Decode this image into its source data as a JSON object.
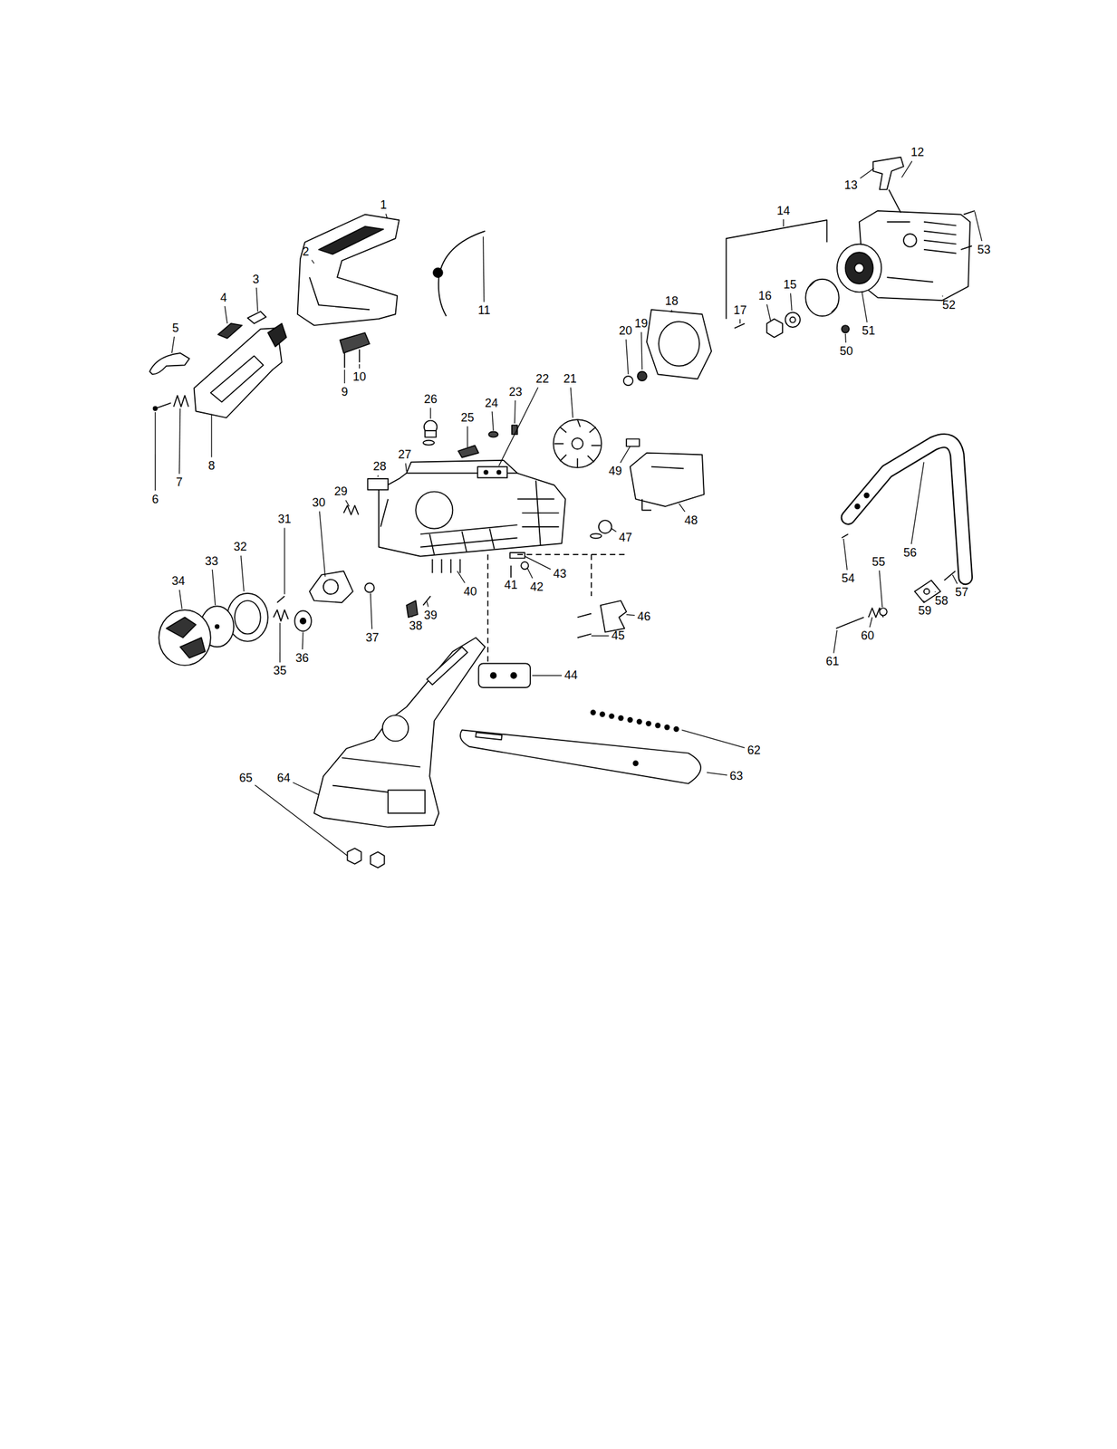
{
  "diagram": {
    "labels": [
      "1",
      "2",
      "3",
      "4",
      "5",
      "6",
      "7",
      "8",
      "9",
      "10",
      "11",
      "12",
      "13",
      "14",
      "15",
      "16",
      "17",
      "18",
      "19",
      "20",
      "21",
      "22",
      "23",
      "24",
      "25",
      "26",
      "27",
      "28",
      "29",
      "30",
      "31",
      "32",
      "33",
      "34",
      "35",
      "36",
      "37",
      "38",
      "39",
      "40",
      "41",
      "42",
      "43",
      "44",
      "45",
      "46",
      "47",
      "48",
      "49",
      "50",
      "51",
      "52",
      "53",
      "54",
      "55",
      "56",
      "57",
      "58",
      "59",
      "60",
      "61",
      "62",
      "63",
      "64",
      "65"
    ]
  }
}
